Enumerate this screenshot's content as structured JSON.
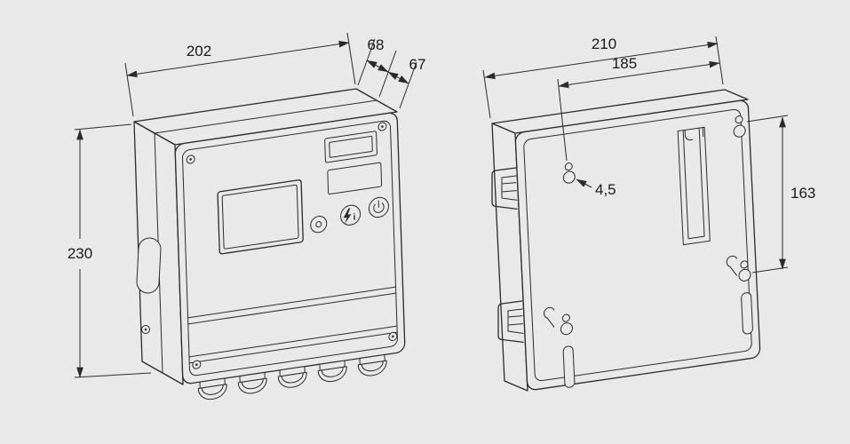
{
  "page": {
    "background": "#e9e9e9",
    "line_color": "#2b2b2b"
  },
  "figure": {
    "type": "technical-dimension-drawing",
    "views": {
      "front": {
        "dims": {
          "width": "202",
          "height": "230",
          "depth_body": "68",
          "depth_door": "67"
        },
        "panel": {
          "info_glyph": "i"
        }
      },
      "rear": {
        "dims": {
          "width_overall": "210",
          "width_mounting": "185",
          "height_mounting": "163",
          "hole_diameter": "4,5"
        }
      }
    }
  }
}
